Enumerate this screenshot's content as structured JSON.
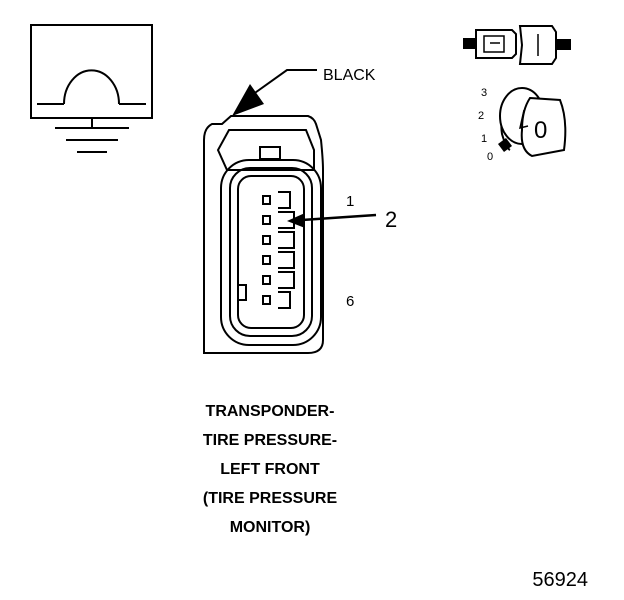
{
  "wire_color_label": "BLACK",
  "pin_labels": {
    "first": "1",
    "last": "6"
  },
  "callout_number": "2",
  "caption_lines": [
    "TRANSPONDER-",
    "TIRE PRESSURE-",
    "LEFT FRONT",
    "(TIRE PRESSURE",
    "MONITOR)"
  ],
  "key_positions": [
    "3",
    "2",
    "1",
    "0"
  ],
  "key_face_label": "0",
  "figure_number": "56924"
}
